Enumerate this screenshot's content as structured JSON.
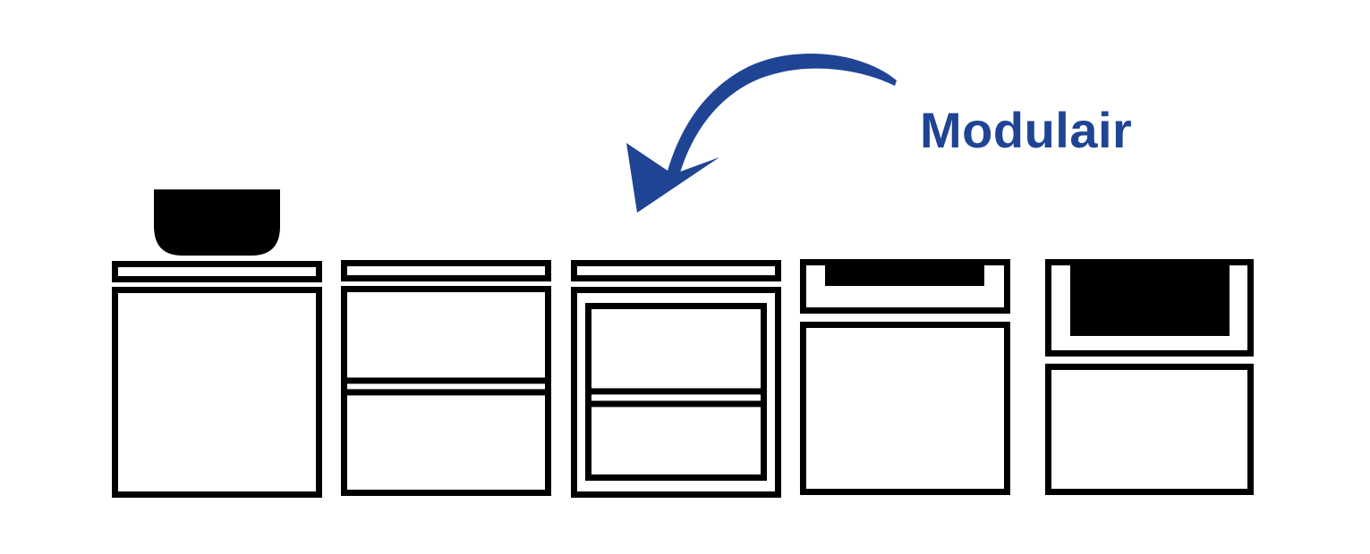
{
  "label": {
    "text": "Modulair"
  },
  "colors": {
    "accent": "#1f4494",
    "line": "#000000",
    "background": "#ffffff"
  },
  "modules": [
    {
      "name": "module-1",
      "kind": "cabinet-with-basin-on-top"
    },
    {
      "name": "module-2",
      "kind": "two-drawer-cabinet"
    },
    {
      "name": "module-3",
      "kind": "framed-two-drawer-cabinet"
    },
    {
      "name": "module-4",
      "kind": "cabinet-with-shallow-inset-basin"
    },
    {
      "name": "module-5",
      "kind": "cabinet-with-deep-inset-basin"
    }
  ],
  "icons": {
    "arrow": "curved-arrow-icon"
  }
}
